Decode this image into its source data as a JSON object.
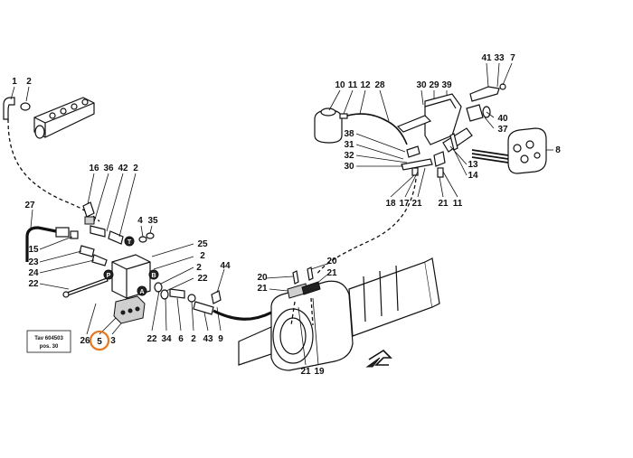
{
  "callouts": {
    "c1": "1",
    "c2a": "2",
    "c16": "16",
    "c36": "36",
    "c42": "42",
    "c2b": "2",
    "c27": "27",
    "c4": "4",
    "c35": "35",
    "c25": "25",
    "c15": "15",
    "c2c": "2",
    "c23": "23",
    "c24": "24",
    "c22a": "22",
    "c2d": "2",
    "c22b": "22",
    "c44": "44",
    "c26": "26",
    "c5": "5",
    "c3": "3",
    "c22c": "22",
    "c34": "34",
    "c6": "6",
    "c2e": "2",
    "c43": "43",
    "c9": "9",
    "c20a": "20",
    "c21a": "21",
    "c20b": "20",
    "c21b": "21",
    "c21c": "21",
    "c19": "19",
    "c10": "10",
    "c11a": "11",
    "c12": "12",
    "c28": "28",
    "c30a": "30",
    "c29": "29",
    "c39": "39",
    "c41": "41",
    "c33": "33",
    "c7": "7",
    "c40": "40",
    "c37": "37",
    "c38": "38",
    "c31": "31",
    "c32": "32",
    "c30b": "30",
    "c8": "8",
    "c13": "13",
    "c14": "14",
    "c18": "18",
    "c17": "17",
    "c21d": "21",
    "c21e": "21",
    "c11b": "11"
  },
  "ref_box": {
    "line1": "Tav 604503",
    "line2": "pos. 30"
  },
  "valve_marks": {
    "T": "T",
    "P": "P",
    "B": "B",
    "A": "A"
  },
  "highlight": {
    "part": "5",
    "color": "#e87722"
  }
}
